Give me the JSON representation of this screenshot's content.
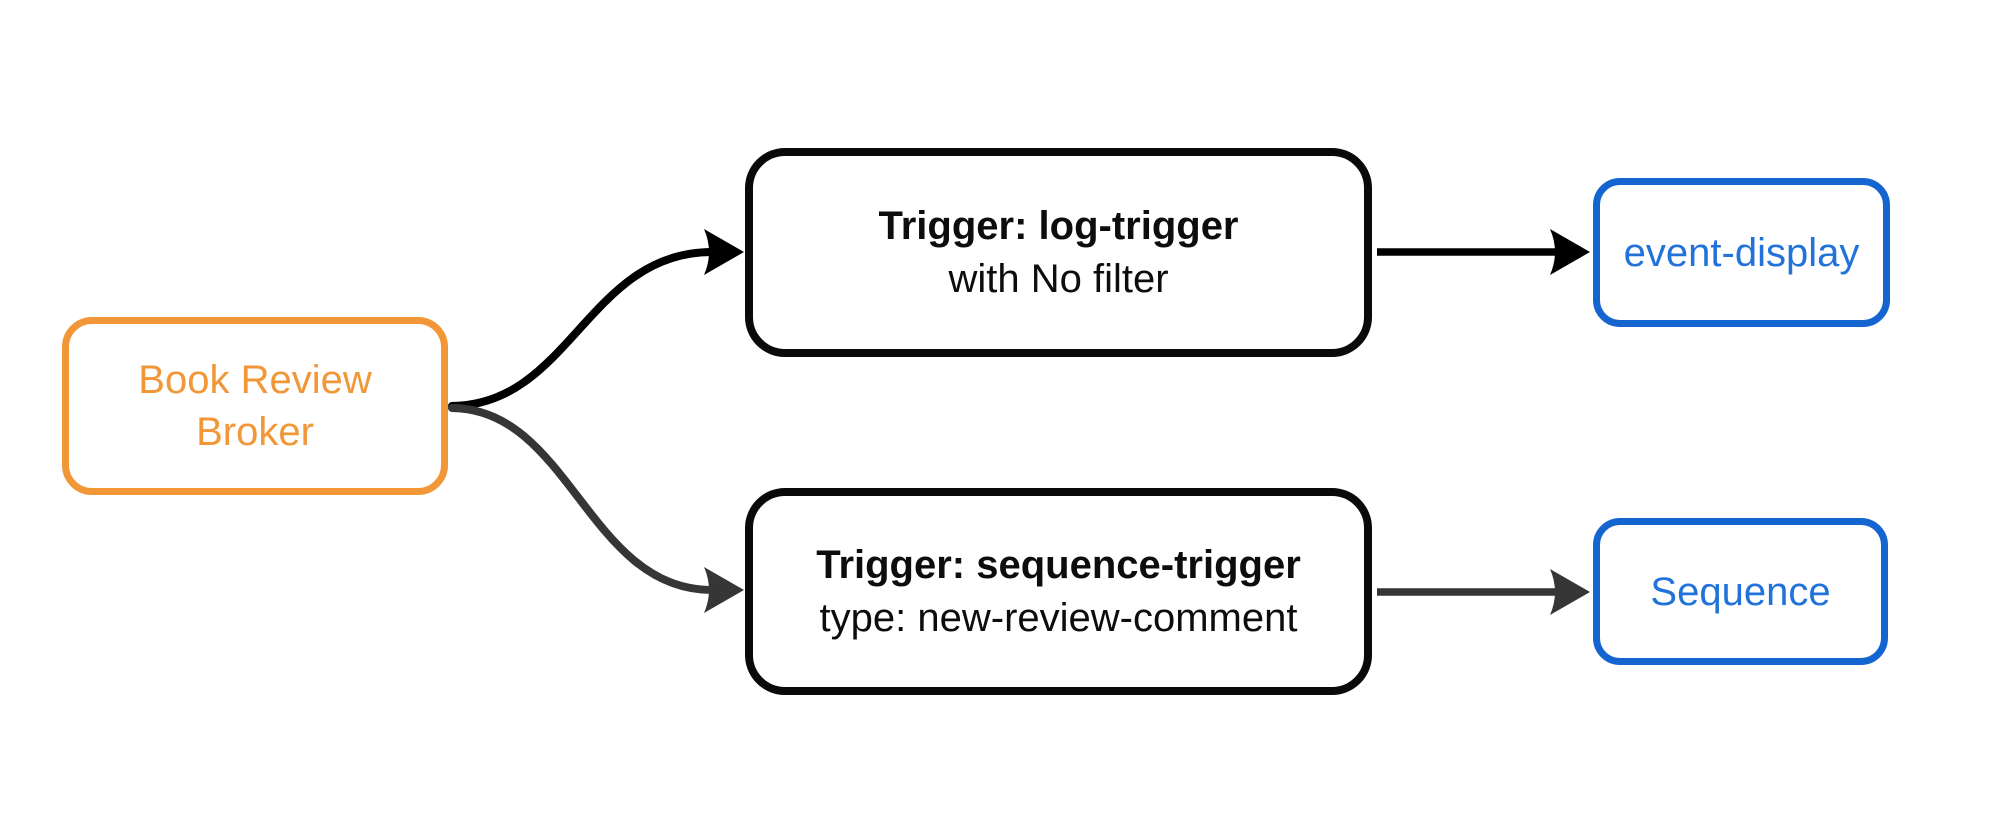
{
  "diagram": {
    "background_color": "#ffffff",
    "nodes": {
      "broker": {
        "line1": "Book Review",
        "line2": "Broker",
        "border_color": "#f19738",
        "text_color": "#f19738"
      },
      "log_trigger": {
        "title": "Trigger: log-trigger",
        "subtitle": "with No filter",
        "border_color": "#0a0a0a",
        "text_color": "#0d0d0d"
      },
      "sequence_trigger": {
        "title": "Trigger: sequence-trigger",
        "subtitle": "type: new-review-comment",
        "border_color": "#0a0a0a",
        "text_color": "#0d0d0d"
      },
      "event_display": {
        "label": "event-display",
        "border_color": "#1565d0",
        "text_color": "#2173d9"
      },
      "sequence": {
        "label": "Sequence",
        "border_color": "#1565d0",
        "text_color": "#2173d9"
      }
    },
    "edges": {
      "broker_to_log_trigger": {
        "color": "#000000"
      },
      "broker_to_sequence_trigger": {
        "color": "#363636"
      },
      "log_trigger_to_event_display": {
        "color": "#000000"
      },
      "sequence_trigger_to_sequence": {
        "color": "#363636"
      }
    }
  }
}
